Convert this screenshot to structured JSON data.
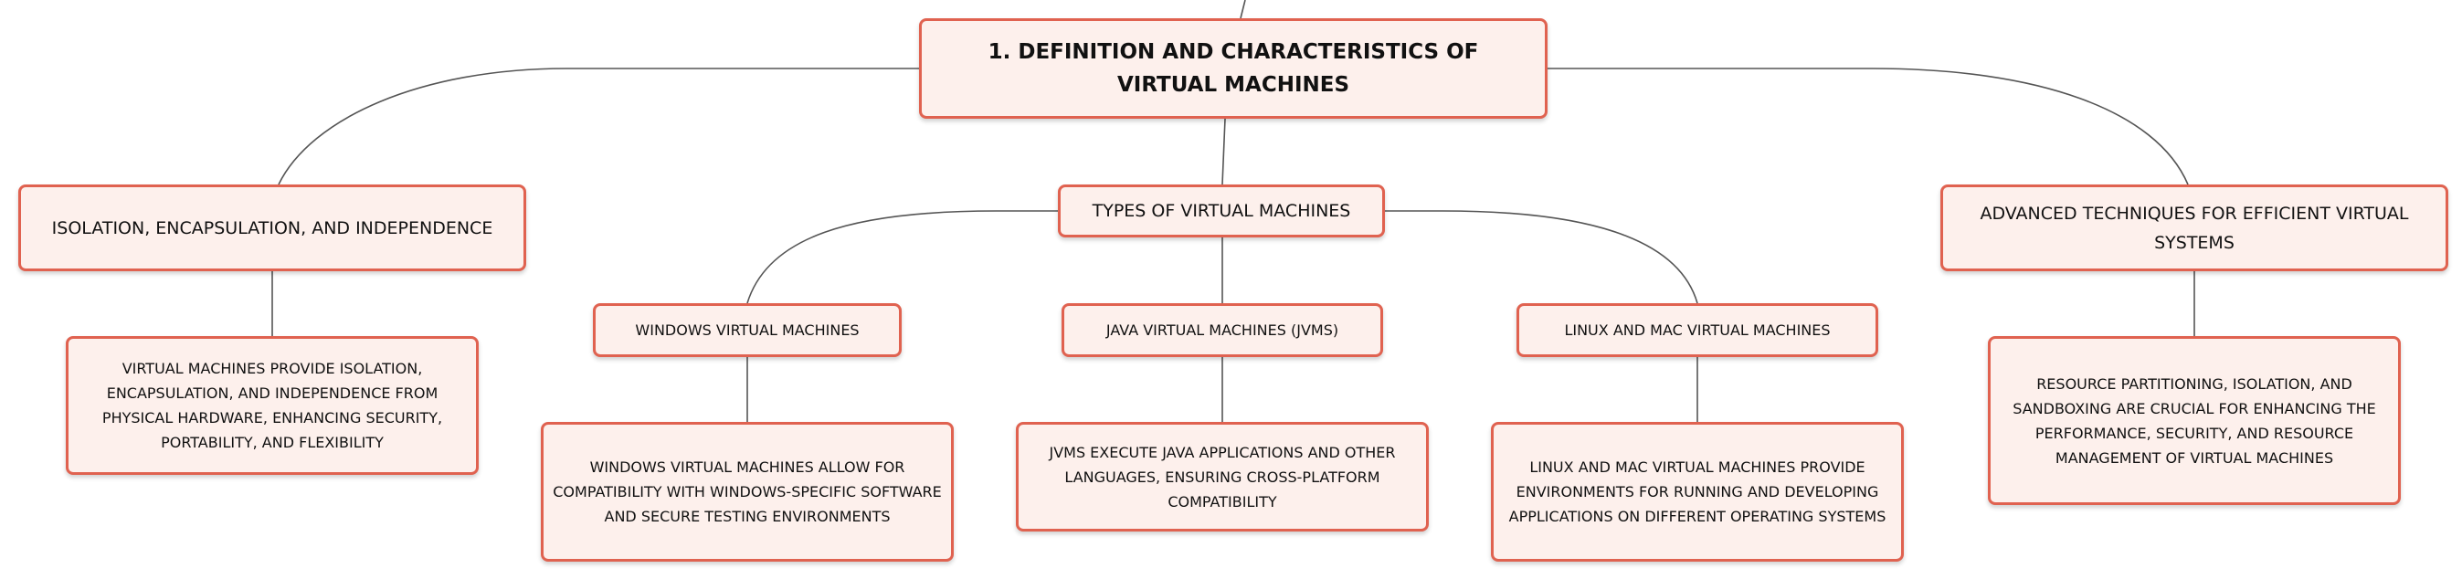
{
  "colors": {
    "node_fill": "#fdf0ec",
    "node_border": "#e06250",
    "connector": "#555555",
    "text": "#111111"
  },
  "root": {
    "label": "1. DEFINITION AND CHARACTERISTICS OF VIRTUAL MACHINES"
  },
  "branches": {
    "isolation": {
      "label": "ISOLATION, ENCAPSULATION, AND INDEPENDENCE",
      "detail": "VIRTUAL MACHINES PROVIDE ISOLATION, ENCAPSULATION, AND INDEPENDENCE FROM PHYSICAL HARDWARE, ENHANCING SECURITY, PORTABILITY, AND FLEXIBILITY"
    },
    "types": {
      "label": "TYPES OF VIRTUAL MACHINES",
      "windows": {
        "label": "WINDOWS VIRTUAL MACHINES",
        "detail": "WINDOWS VIRTUAL MACHINES ALLOW FOR COMPATIBILITY WITH WINDOWS-SPECIFIC SOFTWARE AND SECURE TESTING ENVIRONMENTS"
      },
      "java": {
        "label": "JAVA VIRTUAL MACHINES (JVMS)",
        "detail": "JVMS EXECUTE JAVA APPLICATIONS AND OTHER LANGUAGES, ENSURING CROSS-PLATFORM COMPATIBILITY"
      },
      "linux_mac": {
        "label": "LINUX AND MAC VIRTUAL MACHINES",
        "detail": "LINUX AND MAC VIRTUAL MACHINES PROVIDE ENVIRONMENTS FOR RUNNING AND DEVELOPING APPLICATIONS ON DIFFERENT OPERATING SYSTEMS"
      }
    },
    "advanced": {
      "label": "ADVANCED TECHNIQUES FOR EFFICIENT VIRTUAL SYSTEMS",
      "detail": "RESOURCE PARTITIONING, ISOLATION, AND SANDBOXING ARE CRUCIAL FOR ENHANCING THE PERFORMANCE, SECURITY, AND RESOURCE MANAGEMENT OF VIRTUAL MACHINES"
    }
  }
}
